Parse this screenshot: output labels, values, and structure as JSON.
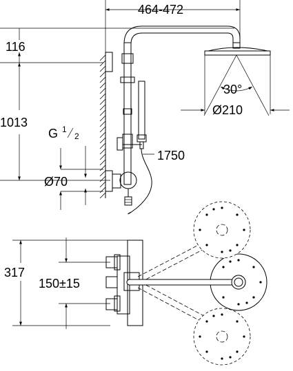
{
  "dimensions": {
    "arm_reach": "464-472",
    "top_offset": "116",
    "height_to_arm": "1013",
    "thread_letter": "G",
    "thread_num": "1",
    "thread_den": "2",
    "escutcheon_diameter": "Ø70",
    "rail_height": "1750",
    "spray_angle": "30°",
    "head_diameter": "Ø210",
    "depth": "317",
    "inlet_spacing": "150±15"
  }
}
